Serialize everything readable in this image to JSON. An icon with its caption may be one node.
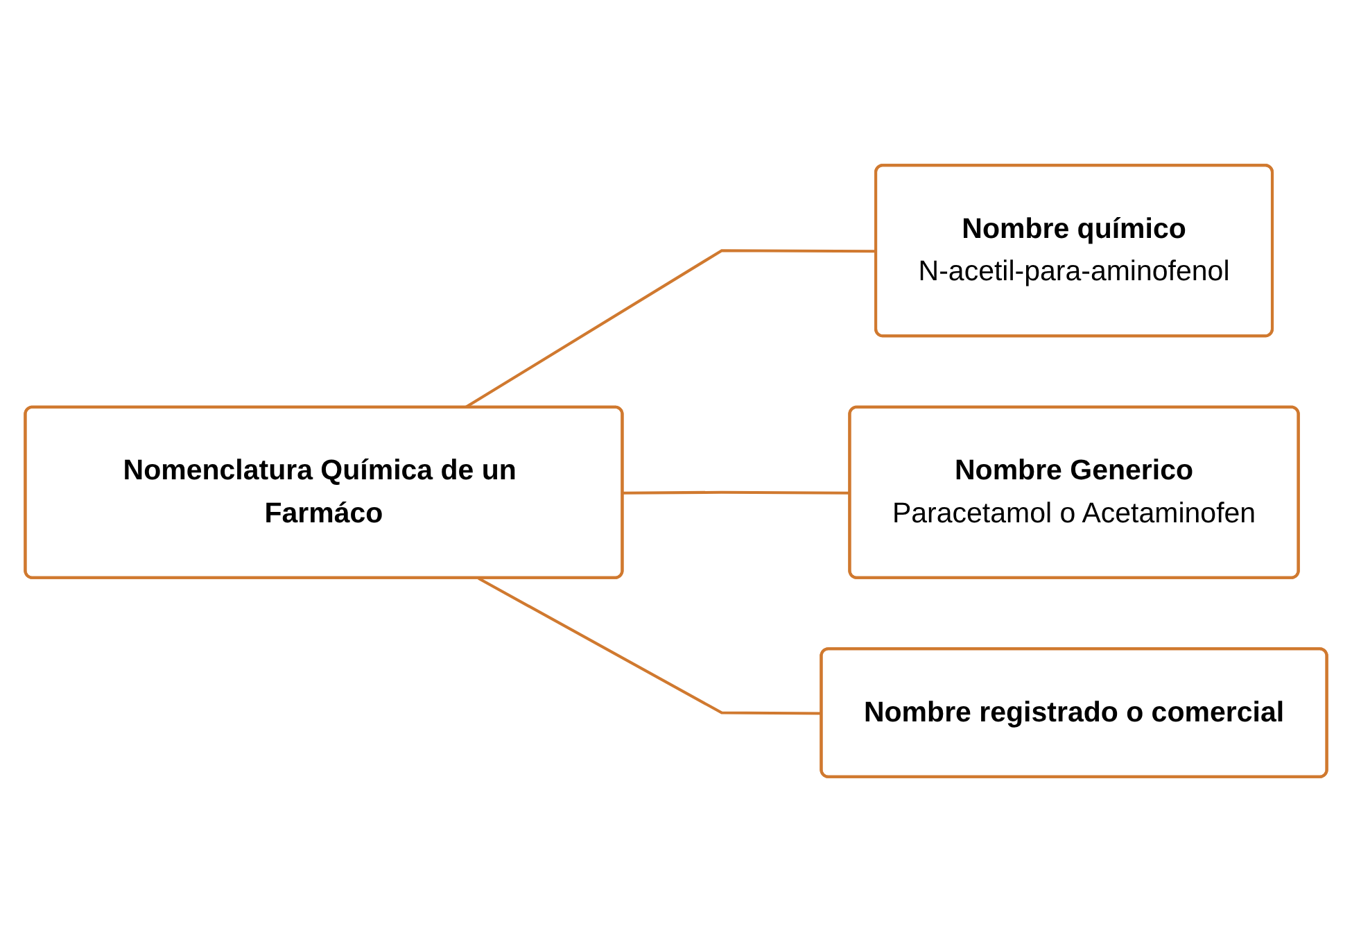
{
  "diagram": {
    "nodes": [
      {
        "text": [
          "Nomenclatura Química de un Farmáco"
        ]
      },
      {
        "text": [
          "Nombre químico",
          "N-acetil-para-aminofenol"
        ]
      },
      {
        "text": [
          "Nombre Generico",
          "Paracetamol o Acetaminofen"
        ]
      },
      {
        "text": [
          "Nombre registrado o comercial"
        ]
      }
    ],
    "edges": [
      {
        "from": 0,
        "to": 1,
        "arrow": "none"
      },
      {
        "from": 0,
        "to": 2,
        "arrow": "none"
      },
      {
        "from": 0,
        "to": 3,
        "arrow": "none"
      }
    ]
  }
}
